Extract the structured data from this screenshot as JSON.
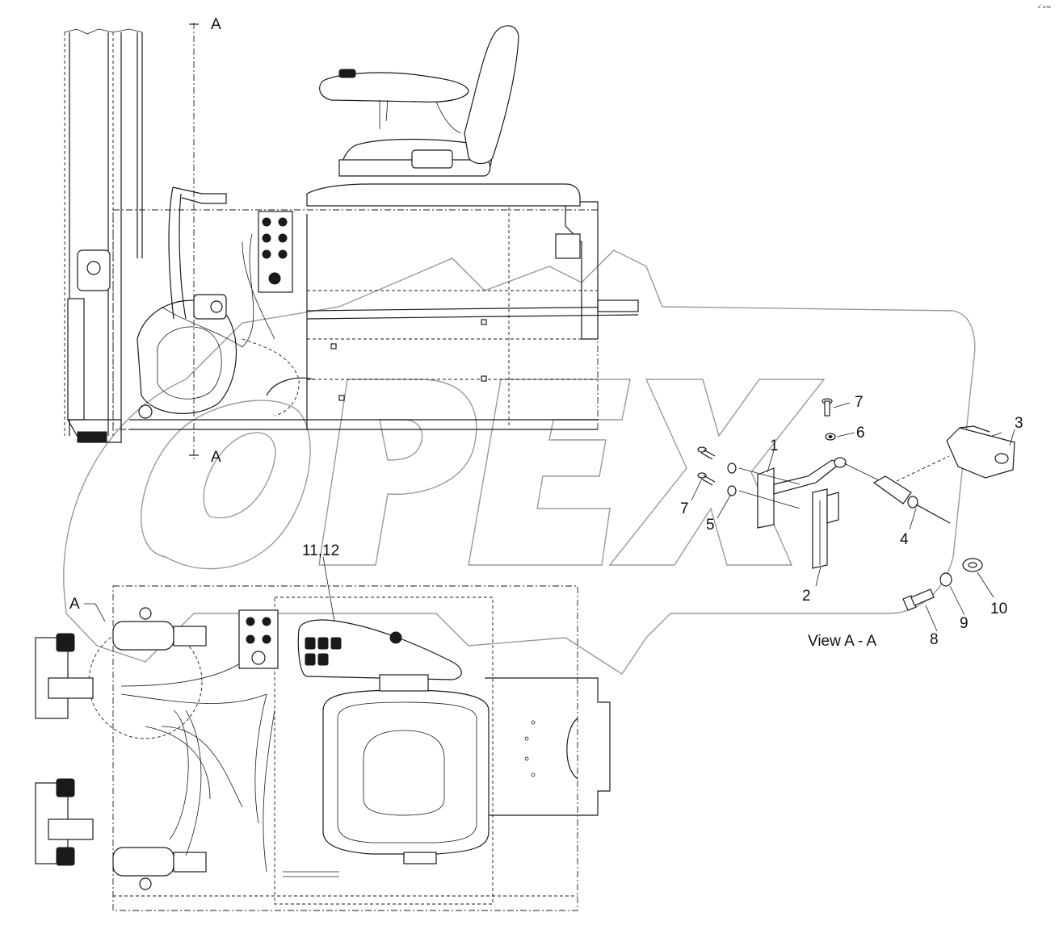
{
  "watermark": {
    "text": "OPEX"
  },
  "corner_mark": "a‾ a⊲a",
  "section_marks": {
    "top": "A",
    "bottom": "A",
    "detail": "A"
  },
  "callouts": [
    {
      "id": "c1",
      "label": "1"
    },
    {
      "id": "c2",
      "label": "2"
    },
    {
      "id": "c3",
      "label": "3"
    },
    {
      "id": "c4",
      "label": "4"
    },
    {
      "id": "c5",
      "label": "5"
    },
    {
      "id": "c6",
      "label": "6"
    },
    {
      "id": "c7a",
      "label": "7"
    },
    {
      "id": "c7b",
      "label": "7"
    },
    {
      "id": "c8",
      "label": "8"
    },
    {
      "id": "c9",
      "label": "9"
    },
    {
      "id": "c10",
      "label": "10"
    },
    {
      "id": "c1112",
      "label": "11,12"
    }
  ],
  "view_title": "View A - A"
}
